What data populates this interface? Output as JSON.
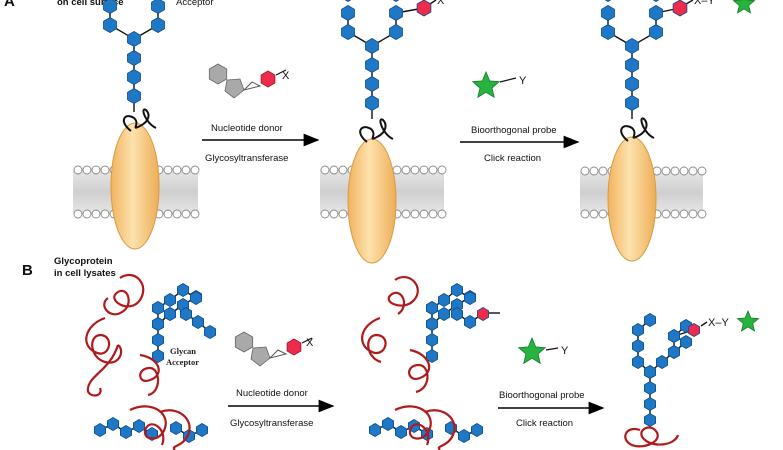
{
  "panel_a": {
    "letter": "A",
    "header_line": "on cell surface",
    "acceptor_label": "Acceptor"
  },
  "panel_b": {
    "letter": "B",
    "header_line1": "Glycoprotein",
    "header_line2": "in cell lysates",
    "glycan_label": "Glycan",
    "acceptor_label": "Acceptor"
  },
  "steps": {
    "step1_top": "Nucleotide donor",
    "step1_bottom": "Glycosyltransferase",
    "step2_top": "Bioorthogonal probe",
    "step2_bottom": "Click reaction"
  },
  "symbols": {
    "donor_x": "X",
    "probe_y": "Y",
    "product_xy": "X–Y",
    "lysate_tag": "X"
  },
  "colors": {
    "hexagon_blue": "#1f78c6",
    "donor_red": "#ee2b4c",
    "probe_green": "#26b340",
    "protein_tan": "#f6c57f",
    "lysate_protein": "#b01a1a",
    "membrane_gray": "#d8d8d8",
    "sugar_gray": "#a9a9a9"
  },
  "icons": {
    "glycan_unit": "blue-hexagon",
    "donor_tag": "red-hexagon",
    "probe": "green-star"
  }
}
